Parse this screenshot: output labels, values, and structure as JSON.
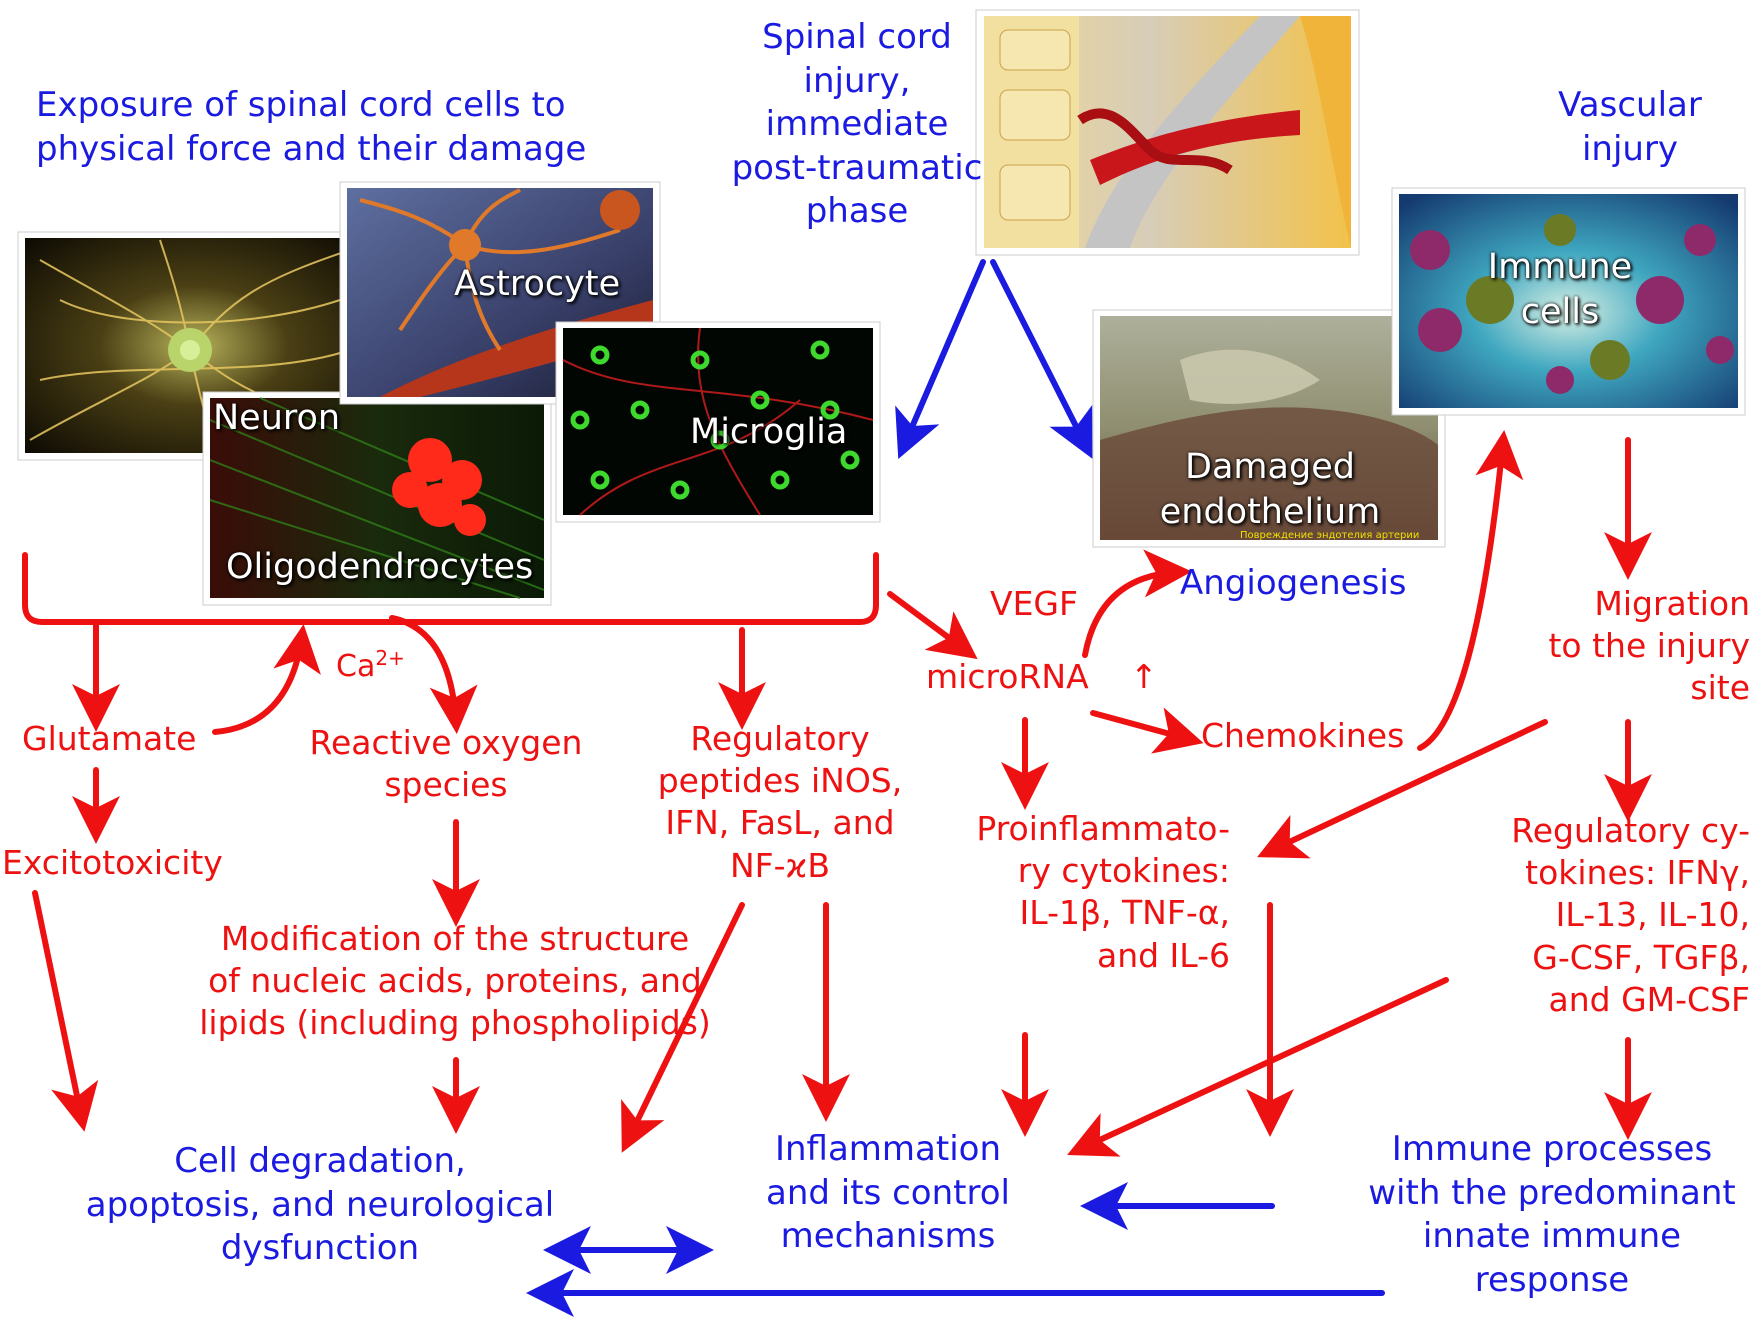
{
  "colors": {
    "flow_red": "#ee1111",
    "flow_blue": "#1a1ae0",
    "photo_label": "#ffffff"
  },
  "headings": {
    "exposure": "Exposure of spinal cord cells to\nphysical force and their damage",
    "sci": "Spinal cord\ninjury,\nimmediate\npost-traumatic\nphase",
    "vascular": "Vascular\ninjury"
  },
  "photos": {
    "neuron": "Neuron",
    "astrocyte": "Astrocyte",
    "microglia": "Microglia",
    "oligodendrocytes": "Oligodendrocytes",
    "endothelium": "Damaged\nendothelium",
    "endothelium_caption": "Повреждение эндотелия артерии",
    "immune": "Immune\ncells"
  },
  "nodes": {
    "angiogenesis": "Angiogenesis",
    "vegf": "VEGF",
    "microrna": "microRNA",
    "up_arrow": "↑",
    "chemokines": "Chemokines",
    "ca": "Ca",
    "ca_sup": "2+",
    "glutamate": "Glutamate",
    "ros": "Reactive oxygen\nspecies",
    "regulatory_peptides": "Regulatory\npeptides iNOS,\nIFN, FasL, and\nNF-ϰB",
    "migration": "Migration\nto the injury\nsite",
    "excitotoxicity": "Excitotoxicity",
    "proinflammatory": "Proinflammato-\nry cytokines:\nIL-1β, TNF-α,\nand IL-6",
    "regulatory_cytokines": "Regulatory cy-\ntokines: IFNγ,\nIL-13, IL-10,\nG-CSF, TGFβ,\nand GM-CSF",
    "modification": "Modification of the structure\nof nucleic acids, proteins, and\nlipids (including phospholipids)",
    "cell_degradation": "Cell degradation,\napoptosis, and neurological\ndysfunction",
    "inflammation": "Inflammation\nand its control\nmechanisms",
    "immune_processes": "Immune processes\nwith the predominant\ninnate immune\nresponse"
  }
}
